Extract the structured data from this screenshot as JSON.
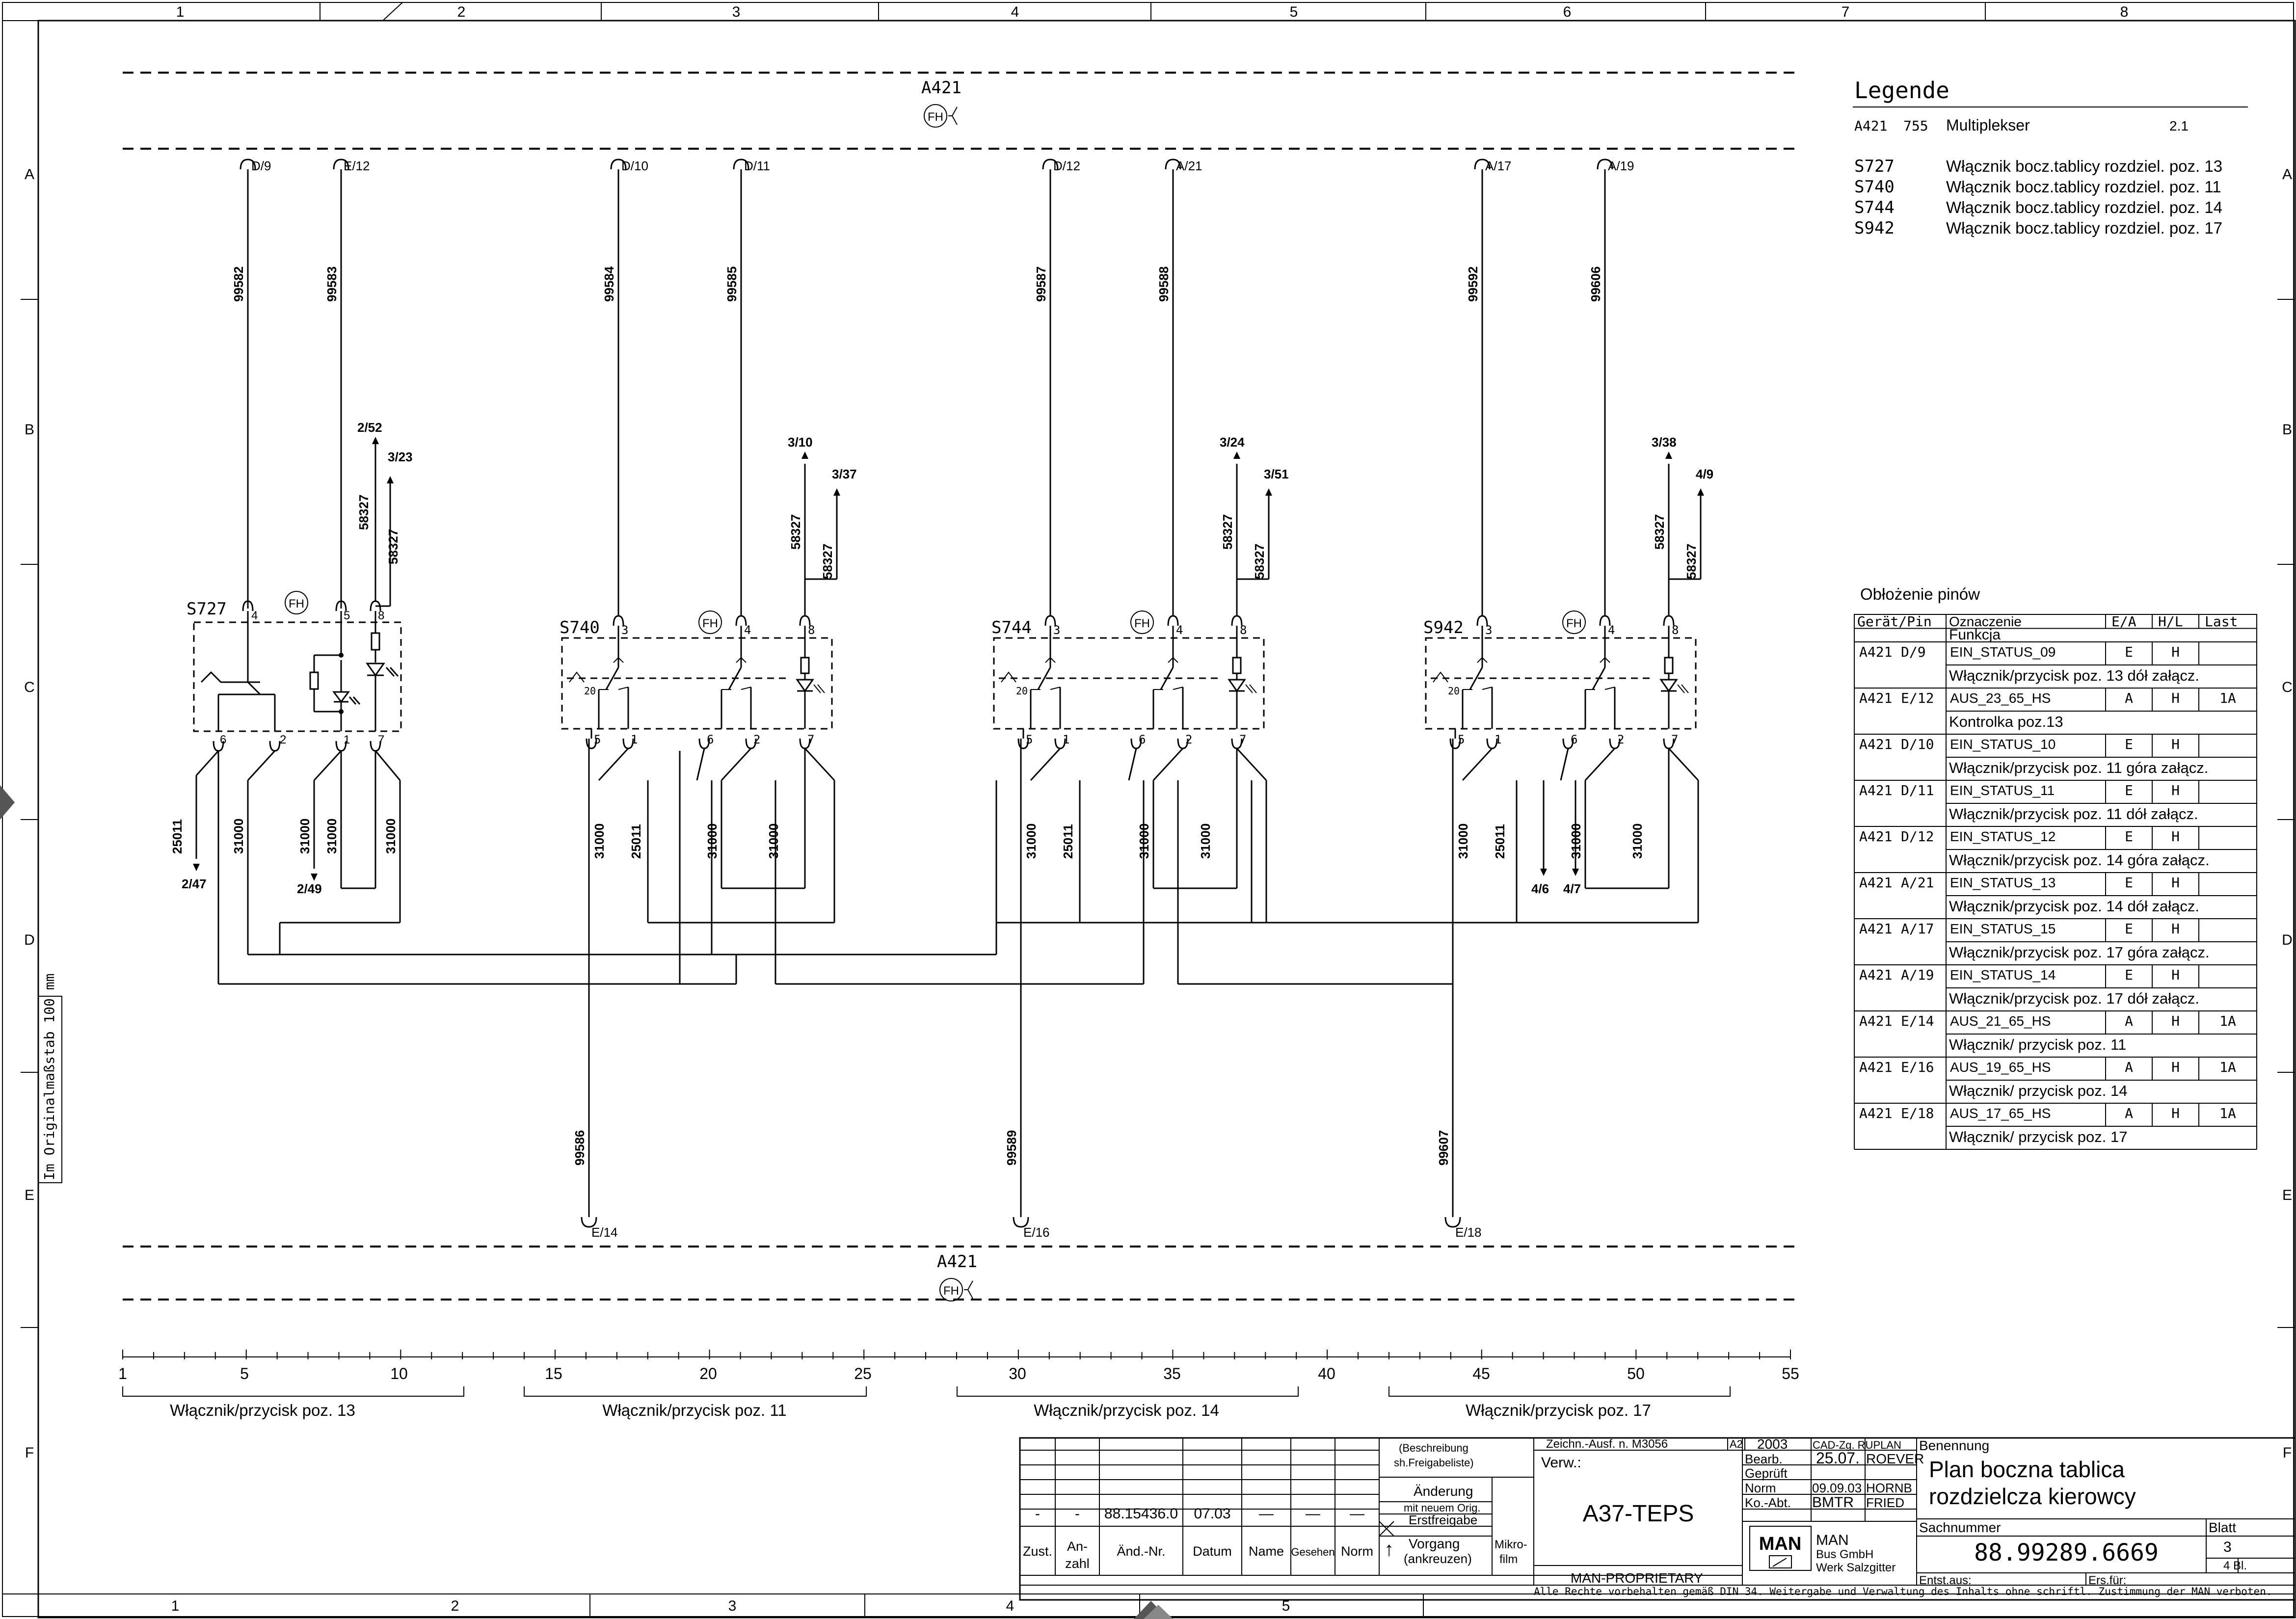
{
  "frame": {
    "cols": [
      "1",
      "2",
      "3",
      "4",
      "5",
      "6",
      "7",
      "8"
    ],
    "rows": [
      "A",
      "B",
      "C",
      "D",
      "E",
      "F"
    ],
    "bottom_cols": [
      "1",
      "2",
      "3",
      "4",
      "5"
    ],
    "scale_note": "Im Originalmaßstab 100 mm"
  },
  "bus": {
    "top_label": "A421",
    "bottom_label": "A421",
    "fh": "FH"
  },
  "pins_top": [
    "D/9",
    "E/12",
    "D/10",
    "D/11",
    "D/12",
    "A/21",
    "A/17",
    "A/19"
  ],
  "pins_bottom": [
    "E/14",
    "E/16",
    "E/18"
  ],
  "wires_top": [
    "99582",
    "99583",
    "99584",
    "99585",
    "99587",
    "99588",
    "99592",
    "99606"
  ],
  "wires_bottom": [
    "99586",
    "99589",
    "99607"
  ],
  "switches": [
    {
      "name": "S727",
      "fh": "FH",
      "pins": [
        "4",
        "5",
        "8",
        "6",
        "2",
        "1",
        "7"
      ]
    },
    {
      "name": "S740",
      "fh": "FH",
      "pins": [
        "3",
        "4",
        "8",
        "5",
        "1",
        "6",
        "2",
        "7"
      ],
      "extra": "20"
    },
    {
      "name": "S744",
      "fh": "FH",
      "pins": [
        "3",
        "4",
        "8",
        "5",
        "1",
        "6",
        "2",
        "7"
      ],
      "extra": "20"
    },
    {
      "name": "S942",
      "fh": "FH",
      "pins": [
        "3",
        "4",
        "8",
        "5",
        "1",
        "6",
        "2",
        "7"
      ],
      "extra": "20"
    }
  ],
  "refs": {
    "s727_a": "2/52",
    "s727_b": "3/23",
    "s740_a": "3/10",
    "s740_b": "3/37",
    "s744_a": "3/24",
    "s744_b": "3/51",
    "s942_a": "3/38",
    "s942_b": "4/9",
    "left_1": "2/47",
    "left_2": "2/49",
    "right_1": "4/6",
    "right_2": "4/7"
  },
  "wire_nums": {
    "w58327": "58327",
    "w31000": "31000",
    "w25011": "25011"
  },
  "legend": {
    "title": "Legende",
    "rows": [
      {
        "code": "A421",
        "num": "755",
        "text": "Multiplekser",
        "ref": "2.1"
      },
      {
        "code": "S727",
        "text": "Włącznik bocz.tablicy rozdziel. poz. 13"
      },
      {
        "code": "S740",
        "text": "Włącznik bocz.tablicy rozdziel. poz. 11"
      },
      {
        "code": "S744",
        "text": "Włącznik bocz.tablicy rozdziel. poz. 14"
      },
      {
        "code": "S942",
        "text": "Włącznik bocz.tablicy rozdziel. poz. 17"
      }
    ]
  },
  "pin_table": {
    "title": "Obłożenie pinów",
    "headers": [
      "Gerät/Pin",
      "Oznaczenie",
      "E/A",
      "H/L",
      "Last"
    ],
    "sub_header": "Funkcja",
    "rows": [
      {
        "dev": "A421",
        "pin": "D/9",
        "sig": "EIN_STATUS_09",
        "ea": "E",
        "hl": "H",
        "last": "",
        "func": "Włącznik/przycisk poz. 13 dół załącz."
      },
      {
        "dev": "A421",
        "pin": "E/12",
        "sig": "AUS_23_65_HS",
        "ea": "A",
        "hl": "H",
        "last": "1A",
        "func": "Kontrolka poz.13"
      },
      {
        "dev": "A421",
        "pin": "D/10",
        "sig": "EIN_STATUS_10",
        "ea": "E",
        "hl": "H",
        "last": "",
        "func": "Włącznik/przycisk poz. 11 góra załącz."
      },
      {
        "dev": "A421",
        "pin": "D/11",
        "sig": "EIN_STATUS_11",
        "ea": "E",
        "hl": "H",
        "last": "",
        "func": "Włącznik/przycisk poz. 11 dół   załącz."
      },
      {
        "dev": "A421",
        "pin": "D/12",
        "sig": "EIN_STATUS_12",
        "ea": "E",
        "hl": "H",
        "last": "",
        "func": "Włącznik/przycisk poz. 14 góra załącz."
      },
      {
        "dev": "A421",
        "pin": "A/21",
        "sig": "EIN_STATUS_13",
        "ea": "E",
        "hl": "H",
        "last": "",
        "func": "Włącznik/przycisk poz. 14 dół załącz."
      },
      {
        "dev": "A421",
        "pin": "A/17",
        "sig": "EIN_STATUS_15",
        "ea": "E",
        "hl": "H",
        "last": "",
        "func": "Włącznik/przycisk poz. 17 góra załącz."
      },
      {
        "dev": "A421",
        "pin": "A/19",
        "sig": "EIN_STATUS_14",
        "ea": "E",
        "hl": "H",
        "last": "",
        "func": "Włącznik/przycisk poz. 17 dół załącz."
      },
      {
        "dev": "A421",
        "pin": "E/14",
        "sig": "AUS_21_65_HS",
        "ea": "A",
        "hl": "H",
        "last": "1A",
        "func": "Włącznik/ przycisk poz. 11"
      },
      {
        "dev": "A421",
        "pin": "E/16",
        "sig": "AUS_19_65_HS",
        "ea": "A",
        "hl": "H",
        "last": "1A",
        "func": "Włącznik/ przycisk poz. 14"
      },
      {
        "dev": "A421",
        "pin": "E/18",
        "sig": "AUS_17_65_HS",
        "ea": "A",
        "hl": "H",
        "last": "1A",
        "func": "Włącznik/ przycisk poz. 17"
      }
    ]
  },
  "ruler": {
    "labels": [
      "1",
      "5",
      "10",
      "15",
      "20",
      "25",
      "30",
      "35",
      "40",
      "45",
      "50",
      "55"
    ],
    "groups": [
      "Włącznik/przycisk poz. 13",
      "Włącznik/przycisk poz. 11",
      "Włącznik/przycisk poz. 14",
      "Włącznik/przycisk poz. 17"
    ]
  },
  "title_block": {
    "rev_row": [
      "-",
      "-",
      "88.15436.0",
      "07.03",
      "—",
      "—",
      "—"
    ],
    "col_heads": [
      "Zust.",
      "An-\nzahl",
      "Änd.-Nr.",
      "Datum",
      "Name",
      "Gesehen",
      "Norm"
    ],
    "beschreibung": "(Beschreibung\nsh.Freigabeliste)",
    "aenderung": "Änderung",
    "mit_neuem": "mit neuem Orig.",
    "erstfreigabe": "Erstfreigabe",
    "vorgang": "Vorgang\n(ankreuzen)",
    "mikrofilm": "Mikro-\nfilm",
    "zeichn": "Zeichn.-Ausf. n. M3056",
    "format": "A2",
    "year": "2003",
    "cad": "CAD-Zg. RUPLAN",
    "verw": "Verw.:",
    "verw_val": "A37-TEPS",
    "bearb": "Bearb.",
    "bearb_date": "25.07.",
    "bearb_name": "ROEVER",
    "geprueft": "Geprüft",
    "norm": "Norm",
    "norm_date": "09.09.03",
    "norm_name": "HORNB",
    "koabt": "Ko.-Abt.",
    "koabt_val": "BMTR",
    "koabt_name": "FRIED",
    "proprietary": "MAN-PROPRIETARY",
    "man": "MAN",
    "company": "MAN\nBus GmbH\nWerk Salzgitter",
    "benennung": "Benennung",
    "title1": "Plan boczna tablica",
    "title2": "rozdzielcza kierowcy",
    "sachnummer": "Sachnummer",
    "sach_val": "88.99289.6669",
    "blatt": "Blatt",
    "blatt_val": "3",
    "bl": "4  Bl.",
    "entst": "Entst.aus:",
    "ers": "Ers.für:",
    "rights": "Alle Rechte vorbehalten gemäß DIN 34. Weitergabe und Verwaltung des Inhalts ohne schriftl. Zustimmung der MAN verboten."
  }
}
